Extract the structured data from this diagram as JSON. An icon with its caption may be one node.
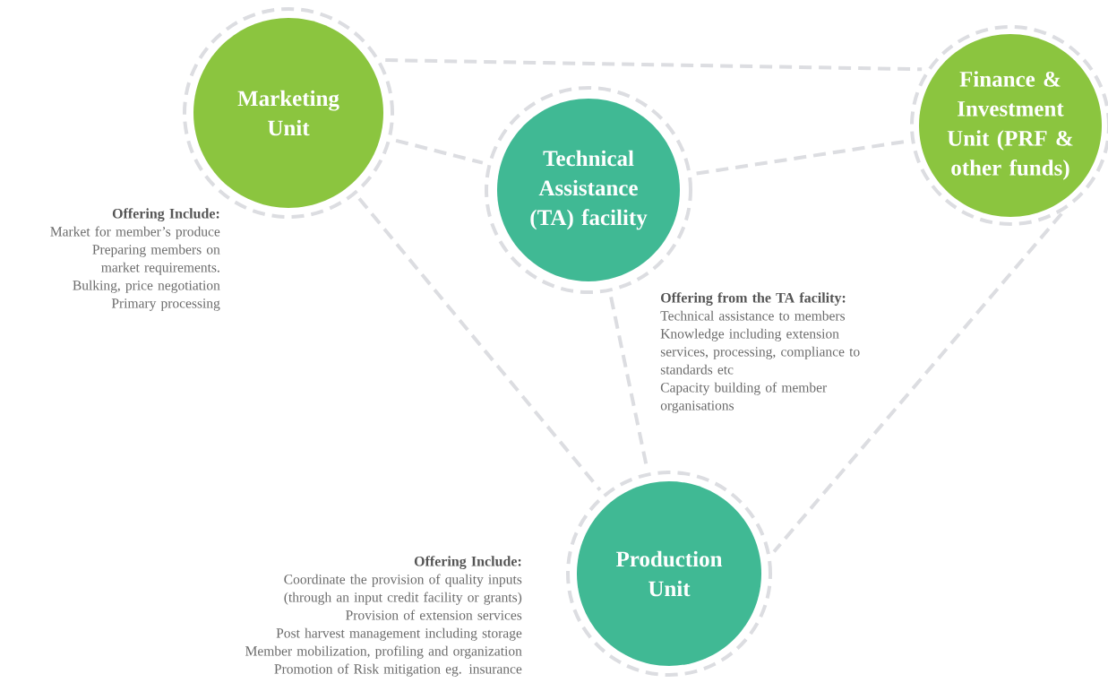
{
  "diagram": {
    "nodes": [
      {
        "text": [
          "Marketing Unit"
        ],
        "beside": [
          "Offering Include:",
          "Market for member’s produce",
          "Preparing members on market requirements.",
          "Bulking, price negotiation",
          "Primary processing"
        ]
      },
      {
        "text": [
          "Technical Assistance (TA) facility"
        ],
        "beside": [
          "Offering from the TA facility:",
          "Technical assistance to members",
          "Knowledge including extension services, processing, compliance to standards etc",
          "Capacity building of member organisations"
        ]
      },
      {
        "text": [
          "Finance & Investment Unit (PRF & other funds)"
        ]
      },
      {
        "text": [
          "Production Unit"
        ],
        "beside": [
          "Offering Include:",
          "Coordinate the provision of quality inputs (through an input credit facility or grants)",
          "Provision of extension services",
          "Post harvest management including storage",
          "Member mobilization, profiling and organization",
          "Promotion of Risk mitigation eg. insurance"
        ]
      }
    ],
    "edges": [
      {
        "from": 0,
        "to": 2,
        "arrow": "none"
      },
      {
        "from": 0,
        "to": 1,
        "arrow": "none"
      },
      {
        "from": 1,
        "to": 2,
        "arrow": "none"
      },
      {
        "from": 1,
        "to": 3,
        "arrow": "none"
      },
      {
        "from": 0,
        "to": 3,
        "arrow": "none"
      },
      {
        "from": 2,
        "to": 3,
        "arrow": "none"
      }
    ]
  }
}
